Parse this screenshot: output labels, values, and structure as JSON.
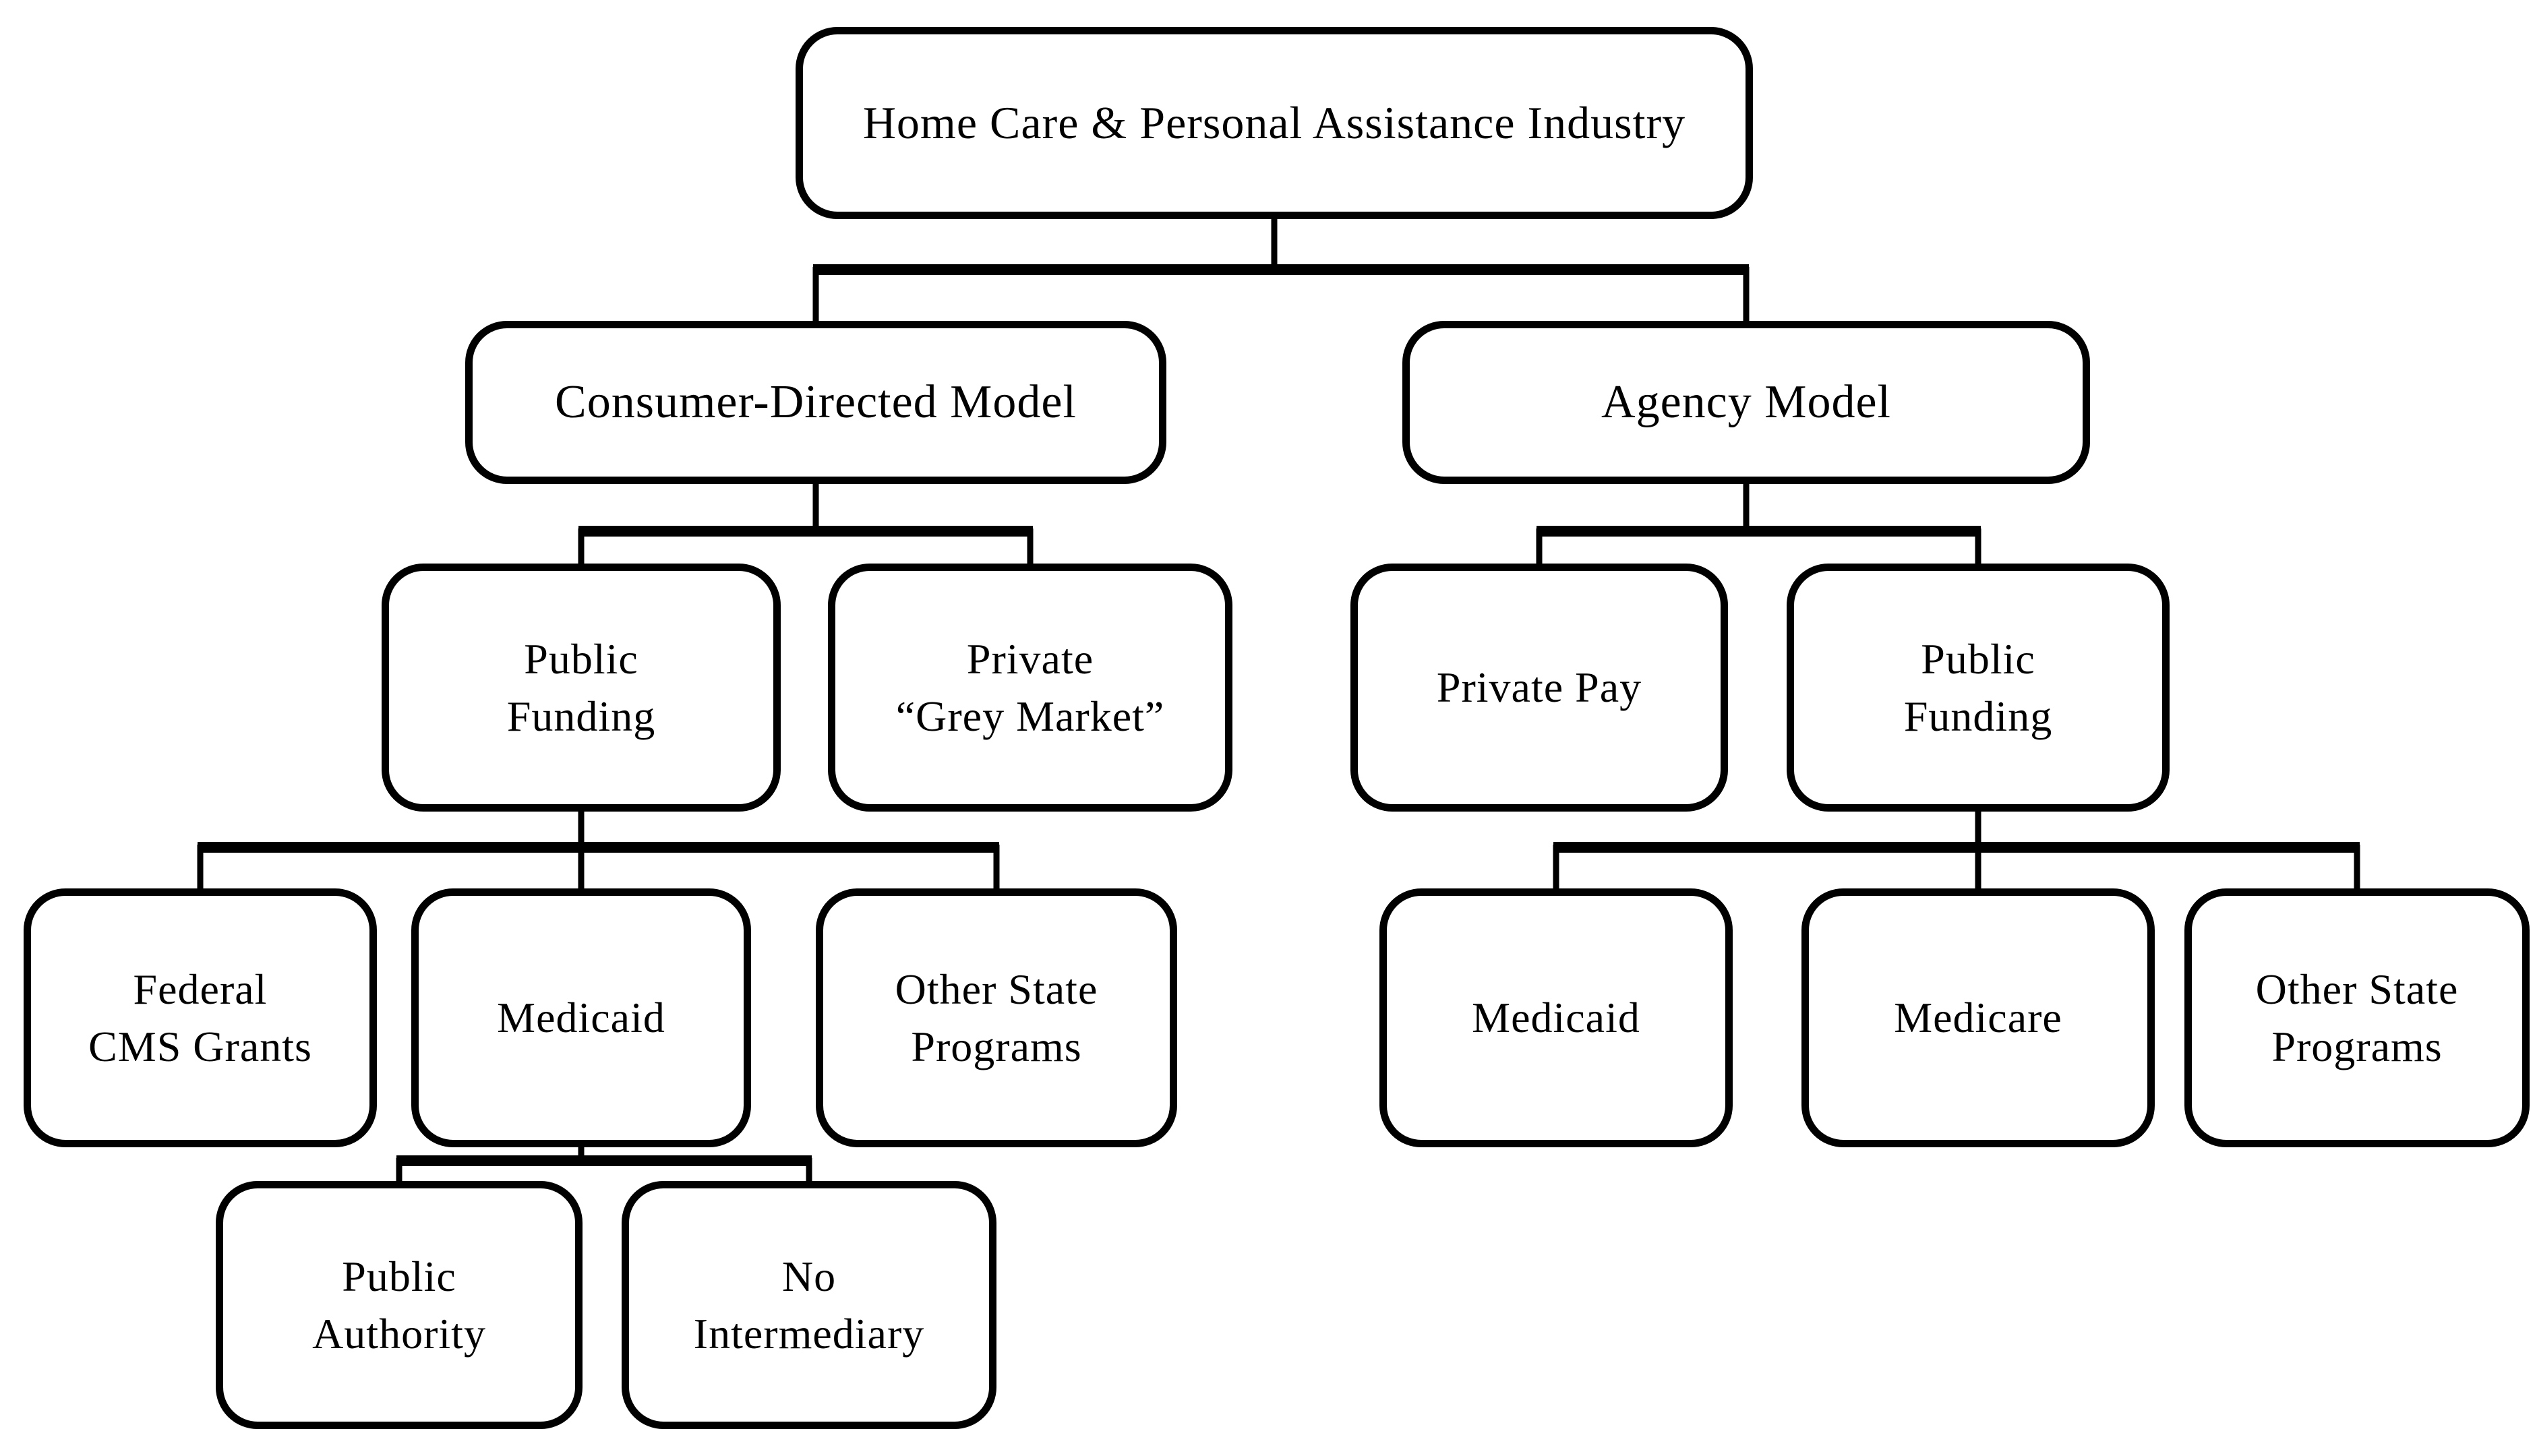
{
  "diagram": {
    "title": "Home Care & Personal Assistance Industry",
    "colors": {
      "background": "#ffffff",
      "box_fill": "#ffffff",
      "box_border": "#000000",
      "line": "#000000",
      "text": "#000000"
    },
    "nodes": {
      "root": {
        "label": "Home Care & Personal Assistance Industry"
      },
      "consumer_directed": {
        "label": "Consumer-Directed Model"
      },
      "agency": {
        "label": "Agency Model"
      },
      "public_funding_consumer": {
        "label": "Public\nFunding"
      },
      "private_grey_market": {
        "label": "Private\n“Grey Market”"
      },
      "private_pay": {
        "label": "Private Pay"
      },
      "public_funding_agency": {
        "label": "Public\nFunding"
      },
      "federal_cms_grants": {
        "label": "Federal\nCMS Grants"
      },
      "medicaid_consumer": {
        "label": "Medicaid"
      },
      "other_state_programs_consumer": {
        "label": "Other State\nPrograms"
      },
      "medicaid_agency": {
        "label": "Medicaid"
      },
      "medicare": {
        "label": "Medicare"
      },
      "other_state_programs_agency": {
        "label": "Other State\nPrograms"
      },
      "public_authority": {
        "label": "Public\nAuthority"
      },
      "no_intermediary": {
        "label": "No\nIntermediary"
      }
    },
    "hierarchy": {
      "root": [
        "consumer_directed",
        "agency"
      ],
      "consumer_directed": [
        "public_funding_consumer",
        "private_grey_market"
      ],
      "agency": [
        "private_pay",
        "public_funding_agency"
      ],
      "public_funding_consumer": [
        "federal_cms_grants",
        "medicaid_consumer",
        "other_state_programs_consumer"
      ],
      "public_funding_agency": [
        "medicaid_agency",
        "medicare",
        "other_state_programs_agency"
      ],
      "medicaid_consumer": [
        "public_authority",
        "no_intermediary"
      ]
    }
  }
}
